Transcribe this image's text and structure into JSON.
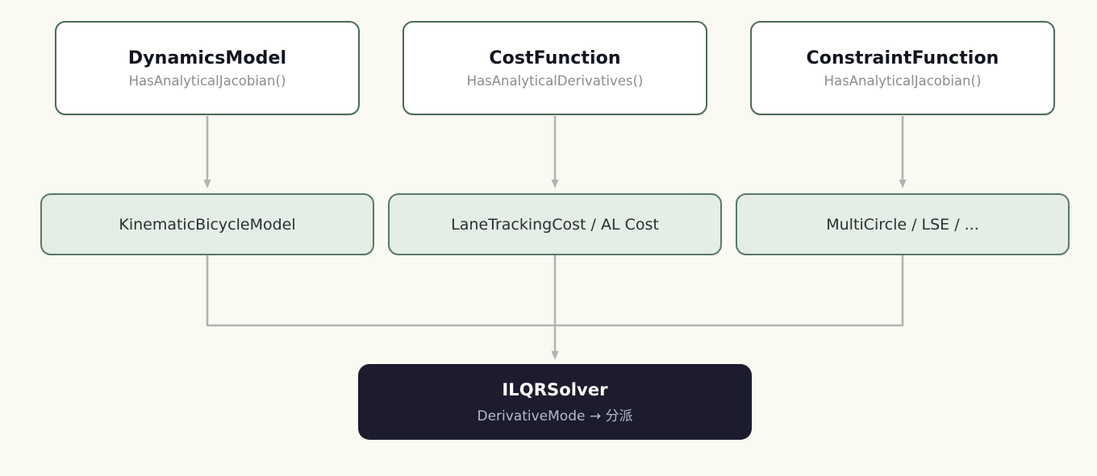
{
  "diagram": {
    "background_color": "#faf9f2",
    "edge_color": "#b3b3b3",
    "interface_border_color": "#4c6b59",
    "impl_fill_color": "#e4ede6",
    "impl_border_color": "#587a66",
    "solver_fill_color": "#1c1c2e",
    "interfaces": [
      {
        "title": "DynamicsModel",
        "subtitle": "HasAnalyticalJacobian()"
      },
      {
        "title": "CostFunction",
        "subtitle": "HasAnalyticalDerivatives()"
      },
      {
        "title": "ConstraintFunction",
        "subtitle": "HasAnalyticalJacobian()"
      }
    ],
    "implementations": [
      {
        "label": "KinematicBicycleModel"
      },
      {
        "label": "LaneTrackingCost / AL Cost"
      },
      {
        "label": "MultiCircle / LSE / ..."
      }
    ],
    "solver": {
      "title": "ILQRSolver",
      "subtitle": "DerivativeMode → 分派"
    }
  }
}
